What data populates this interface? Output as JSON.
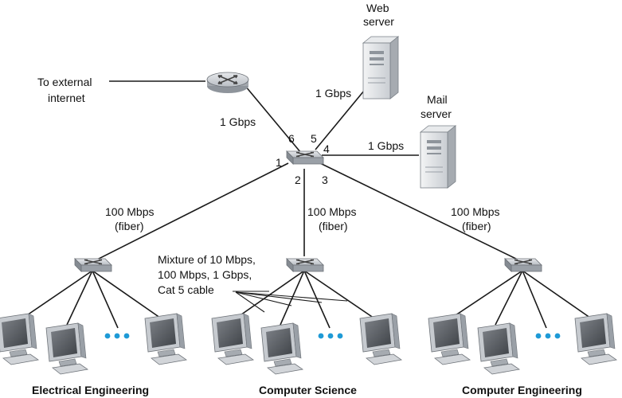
{
  "external": {
    "line1": "To external",
    "line2": "internet"
  },
  "web_server": {
    "line1": "Web",
    "line2": "server"
  },
  "mail_server": {
    "line1": "Mail",
    "line2": "server"
  },
  "links": {
    "router_to_switch": "1 Gbps",
    "web_link": "1 Gbps",
    "mail_link": "1 Gbps",
    "dept_left": {
      "line1": "100 Mbps",
      "line2": "(fiber)"
    },
    "dept_mid": {
      "line1": "100 Mbps",
      "line2": "(fiber)"
    },
    "dept_right": {
      "line1": "100 Mbps",
      "line2": "(fiber)"
    }
  },
  "ports": {
    "p1": "1",
    "p2": "2",
    "p3": "3",
    "p4": "4",
    "p5": "5",
    "p6": "6"
  },
  "mixture_note": {
    "line1": "Mixture of 10 Mbps,",
    "line2": "100 Mbps, 1 Gbps,",
    "line3": "Cat 5 cable"
  },
  "departments": {
    "left": "Electrical Engineering",
    "middle": "Computer Science",
    "right": "Computer Engineering"
  },
  "icons": {
    "router": "router-icon",
    "switch": "switch-icon",
    "server": "server-tower-icon",
    "host": "desktop-computer-icon",
    "ellipsis": "ellipsis-dots-icon"
  },
  "colors": {
    "device_body": "#bfc3c8",
    "device_shadow": "#8e949b",
    "screen": "#55595e",
    "ellipsis_dots": "#1e9ad6",
    "line": "#1a1a1a"
  }
}
